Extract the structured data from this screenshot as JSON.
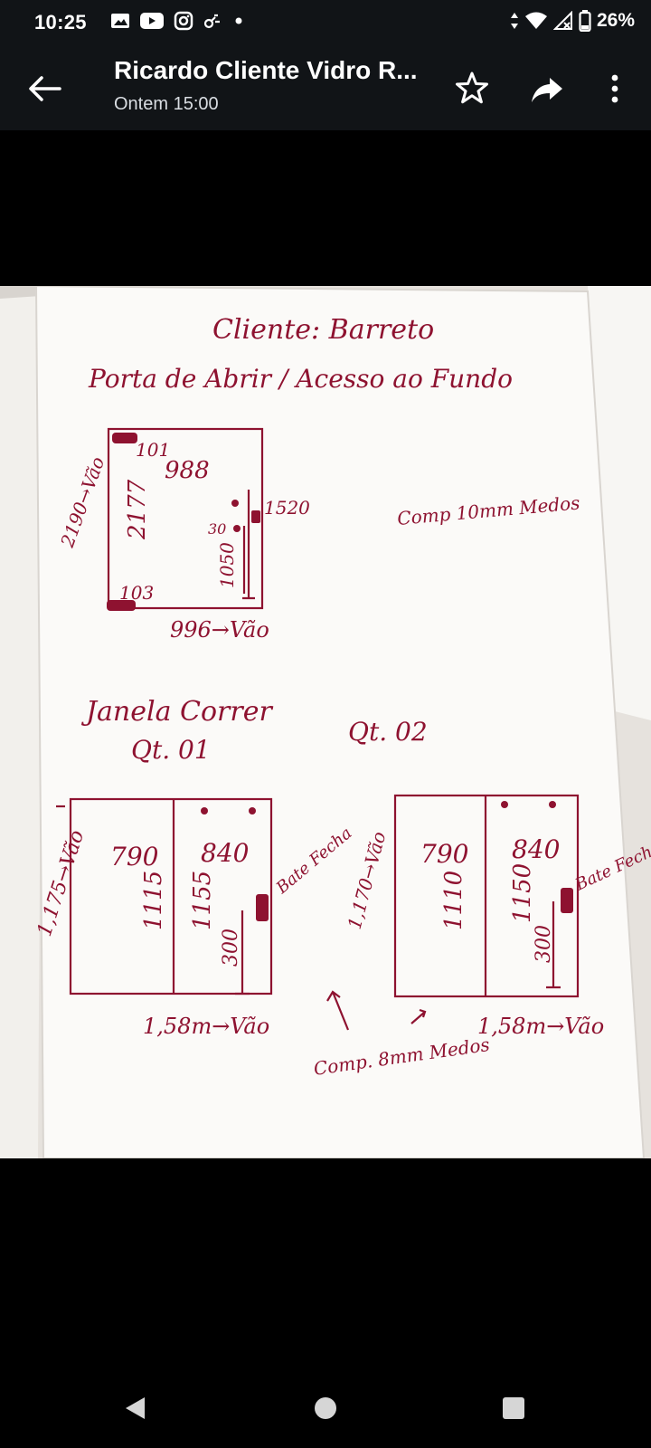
{
  "status_bar": {
    "time": "10:25",
    "battery": "26%",
    "icons": [
      "gallery-icon",
      "youtube-icon",
      "instagram-icon",
      "link-icon",
      "dot-icon",
      "data-arrows-icon",
      "wifi-icon",
      "signal-icon",
      "battery-icon"
    ]
  },
  "header": {
    "title": "Ricardo Cliente Vidro R...",
    "subtitle": "Ontem 15:00",
    "back_icon": "arrow-left-icon",
    "actions": [
      "star-icon",
      "share-icon",
      "more-vert-icon"
    ]
  },
  "photo": {
    "client": "Cliente: Barreto",
    "door_title": "Porta de Abrir / Acesso ao Fundo",
    "door": {
      "height_vao": "2190→Vão",
      "height": "2177",
      "width": "988",
      "top_value": "101",
      "bottom_value": "103",
      "handle_dim": "1520",
      "handle_small": "30",
      "handle_height": "1050",
      "width_vao": "996→Vão",
      "note": "Comp 10mm Medos"
    },
    "window_title": "Janela Correr",
    "qty_1": "Qt. 01",
    "qty_2": "Qt. 02",
    "window_1": {
      "height_vao": "1,175→Vão",
      "left_width": "790",
      "right_width": "840",
      "left_height": "1115",
      "right_height": "1155",
      "lock_height": "300",
      "bate_fecha": "Bate Fecha",
      "width_vao": "1,58m→Vão"
    },
    "window_2": {
      "height_vao": "1,170→Vão",
      "left_width": "790",
      "right_width": "840",
      "left_height": "1110",
      "right_height": "1150",
      "lock_height": "300",
      "bate_fecha": "Bate Fecha",
      "width_vao": "1,58m→Vão"
    },
    "note_bottom": "Comp. 8mm Medos",
    "ink_color": "#8e1230"
  },
  "nav": {
    "buttons": [
      "back-triangle-icon",
      "home-circle-icon",
      "recents-square-icon"
    ]
  }
}
